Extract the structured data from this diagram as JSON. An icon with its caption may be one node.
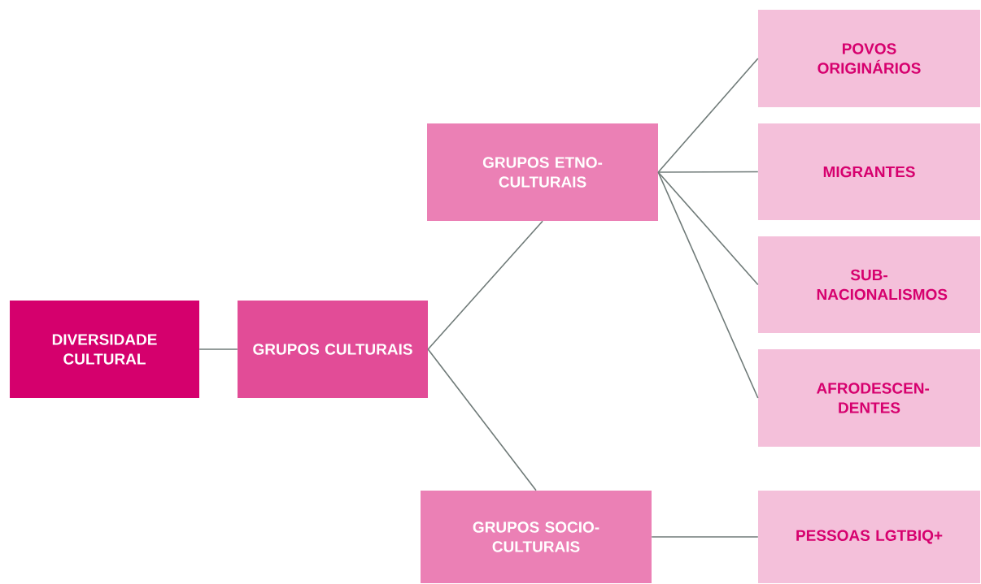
{
  "diagram": {
    "nodes": [
      {
        "text": [
          "DIVERSIDADE CULTURAL"
        ]
      },
      {
        "text": [
          "GRUPOS CULTURAIS"
        ]
      },
      {
        "text": [
          "GRUPOS ETNO-CULTURAIS"
        ]
      },
      {
        "text": [
          "GRUPOS SOCIO-CULTURAIS"
        ]
      },
      {
        "text": [
          "POVOS ORIGINÁRIOS"
        ]
      },
      {
        "text": [
          "MIGRANTES"
        ]
      },
      {
        "text": [
          "SUB- NACIONALISMOS"
        ]
      },
      {
        "text": [
          "AFRODESCEN- DENTES"
        ]
      },
      {
        "text": [
          "PESSOAS LGTBIQ+"
        ]
      }
    ],
    "edges": [
      {
        "from": 0,
        "to": 1,
        "arrow": "none"
      },
      {
        "from": 1,
        "to": 2,
        "arrow": "none"
      },
      {
        "from": 1,
        "to": 3,
        "arrow": "none"
      },
      {
        "from": 2,
        "to": 4,
        "arrow": "none"
      },
      {
        "from": 2,
        "to": 5,
        "arrow": "none"
      },
      {
        "from": 2,
        "to": 6,
        "arrow": "none"
      },
      {
        "from": 2,
        "to": 7,
        "arrow": "none"
      },
      {
        "from": 3,
        "to": 8,
        "arrow": "none"
      }
    ]
  }
}
